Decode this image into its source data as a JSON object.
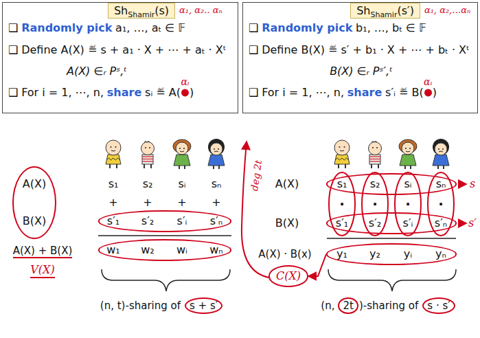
{
  "diagram": {
    "nodes": [
      {
        "text": [
          "❑",
          "Randomly pick",
          "a₁, …, aₜ ∈ 𝔽",
          "❑",
          "Define A(X) ≝ s + a₁ · X + ⋯ + aₜ · Xᵗ",
          "A(X) ∈ᵣ Pˢ,ᵗ",
          "❑",
          "For i = 1, ⋯, n,",
          "share",
          "sᵢ ≝ A(",
          ")"
        ]
      },
      {
        "text": [
          "Sh",
          "Shamir",
          "(s)"
        ],
        "in": 0
      },
      {
        "text": [
          "❑",
          "Randomly pick",
          "b₁, …, bₜ ∈ 𝔽",
          "❑",
          "Define B(X) ≝ s′ + b₁ · X + ⋯ + bₜ · Xᵗ",
          "B(X) ∈ᵣ Pˢ′,ᵗ",
          "❑",
          "For i = 1, ⋯, n,",
          "share",
          "s′ᵢ ≝ B(",
          ")"
        ]
      },
      {
        "text": [
          "Sh",
          "Shamir",
          "(s′)"
        ],
        "in": 2
      },
      {
        "text": [
          "A(X)",
          "B(X)"
        ]
      },
      {
        "text": [
          "s′₁",
          "s′₂",
          "s′ᵢ",
          "s′ₙ"
        ]
      },
      {
        "text": [
          "w₁",
          "w₂",
          "wᵢ",
          "wₙ"
        ]
      },
      {
        "text": [
          "s₁",
          "s₂",
          "sᵢ",
          "sₙ"
        ]
      },
      {
        "text": [
          "s′₁",
          "s′₂",
          "s′ᵢ",
          "s′ₙ"
        ]
      },
      {
        "text": [
          "C(X)"
        ]
      },
      {
        "text": [
          "y₁",
          "y₂",
          "yᵢ",
          "yₙ"
        ]
      }
    ],
    "edges": [
      {
        "from": 10,
        "to": 9,
        "arrow": "to"
      }
    ],
    "labels": [
      "α₁, α₂.. αₙ",
      "αᵢ",
      "α₁, α₂,…αₙ",
      "αᵢ",
      "s₁",
      "s₂",
      "sᵢ",
      "sₙ",
      "+",
      "+",
      "+",
      "+",
      "A(X) + B(X)",
      "V(X)",
      "(n, t)-sharing of",
      "s + s′",
      "deg 2t",
      "A(X)",
      "B(X)",
      "A(X) · B(x)",
      "·",
      "·",
      "·",
      "·",
      "(n,",
      "2t",
      ")-sharing of",
      "s · s′",
      "s",
      "s′"
    ]
  }
}
